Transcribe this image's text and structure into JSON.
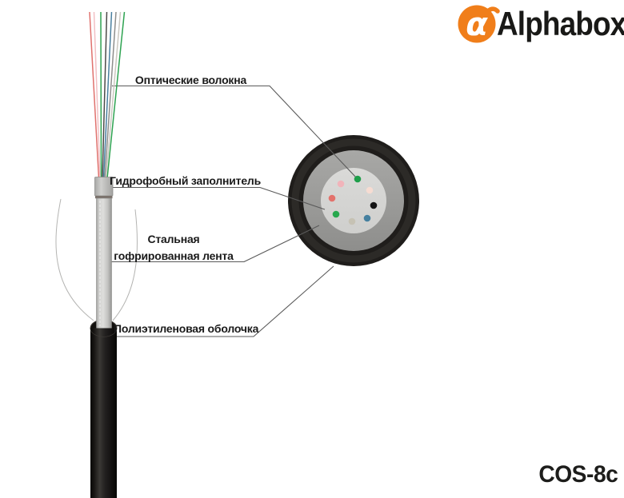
{
  "brand": {
    "name": "Alphabox",
    "symbol": "α",
    "orange": "#F07E1A"
  },
  "model": "COS-8c",
  "diagram": {
    "labels": {
      "optical_fibers": "Оптические волокна",
      "hydrophobic_filler": "Гидрофобный заполнитель",
      "steel_tape_1": "Стальная",
      "steel_tape_2": "гофрированная лента",
      "polyethylene_sheath": "Полиэтиленовая оболочка"
    },
    "leader_color": "#5a5a5a",
    "fiber_count": 8,
    "fiber_colors": [
      "#e0716d",
      "#f2c0c4",
      "#2ea351",
      "#4c4a48",
      "#4a80a0",
      "#8e8e8c",
      "#ccc8c0",
      "#2ea351"
    ],
    "dot_colors": [
      "#1f9e4a",
      "#f1b4ba",
      "#f6dcd2",
      "#e3726c",
      "#141414",
      "#28a84e",
      "#c6c2b4",
      "#45809f"
    ],
    "layers": {
      "sheath_color": "#1f1d1b",
      "tape_color": "#9c9c9a",
      "filler_color": "#d8d8d6",
      "tube_color": "#c3c3c1"
    }
  }
}
